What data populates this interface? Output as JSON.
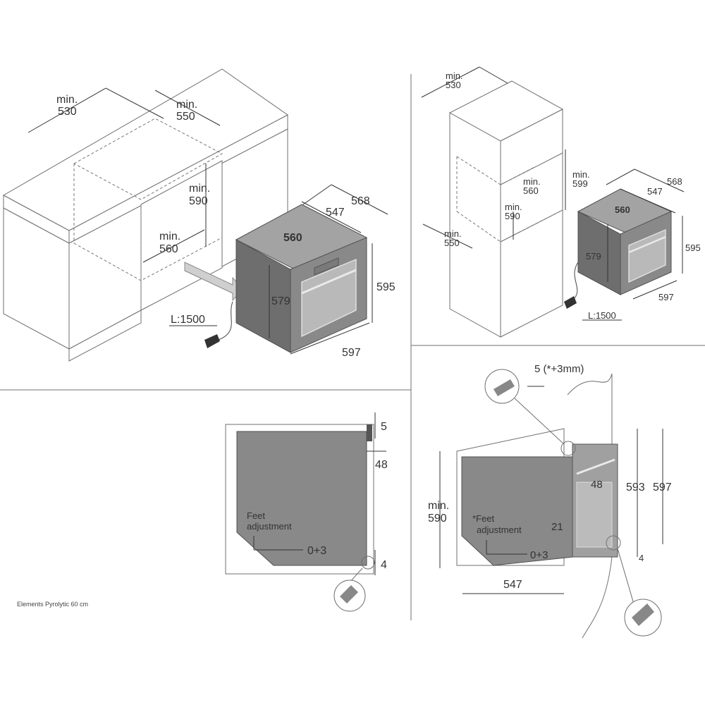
{
  "quad_top_left": {
    "depth_label": "min.",
    "depth_value": "530",
    "width_label": "min.",
    "width_value": "550",
    "height_label": "min.",
    "height_value": "590",
    "inner_width_label": "min.",
    "inner_width_value": "560",
    "oven_front_width": "560",
    "oven_depth_a": "547",
    "oven_depth_b": "568",
    "oven_body_height": "579",
    "oven_height": "595",
    "oven_width": "597",
    "cable_length": "L:1500"
  },
  "quad_top_right": {
    "depth_label": "min.",
    "depth_value": "530",
    "height_label": "min.",
    "height_value": "599",
    "niche_width_label": "min.",
    "niche_width_value": "560",
    "niche_height_label": "min.",
    "niche_height_value": "590",
    "side_label": "min.",
    "side_value": "550",
    "oven_depth_b": "568",
    "oven_depth_a": "547",
    "oven_front_width": "560",
    "oven_body_height": "579",
    "oven_height": "595",
    "oven_width": "597",
    "cable_length": "L:1500"
  },
  "quad_bottom_left": {
    "gap_top": "5",
    "frame_depth": "48",
    "feet_label_1": "Feet",
    "feet_label_2": "adjustment",
    "feet_range": "0+3",
    "gap_bottom": "4"
  },
  "quad_bottom_right": {
    "gap_note": "5 (*+3mm)",
    "frame_depth": "48",
    "height_a": "593",
    "height_b": "597",
    "niche_label": "min.",
    "niche_value": "590",
    "feet_label_1": "*Feet",
    "feet_label_2": "adjustment",
    "offset": "21",
    "feet_range": "0+3",
    "depth": "547",
    "gap_bottom": "4"
  },
  "caption": "Elements Pyrolytic 60 cm"
}
